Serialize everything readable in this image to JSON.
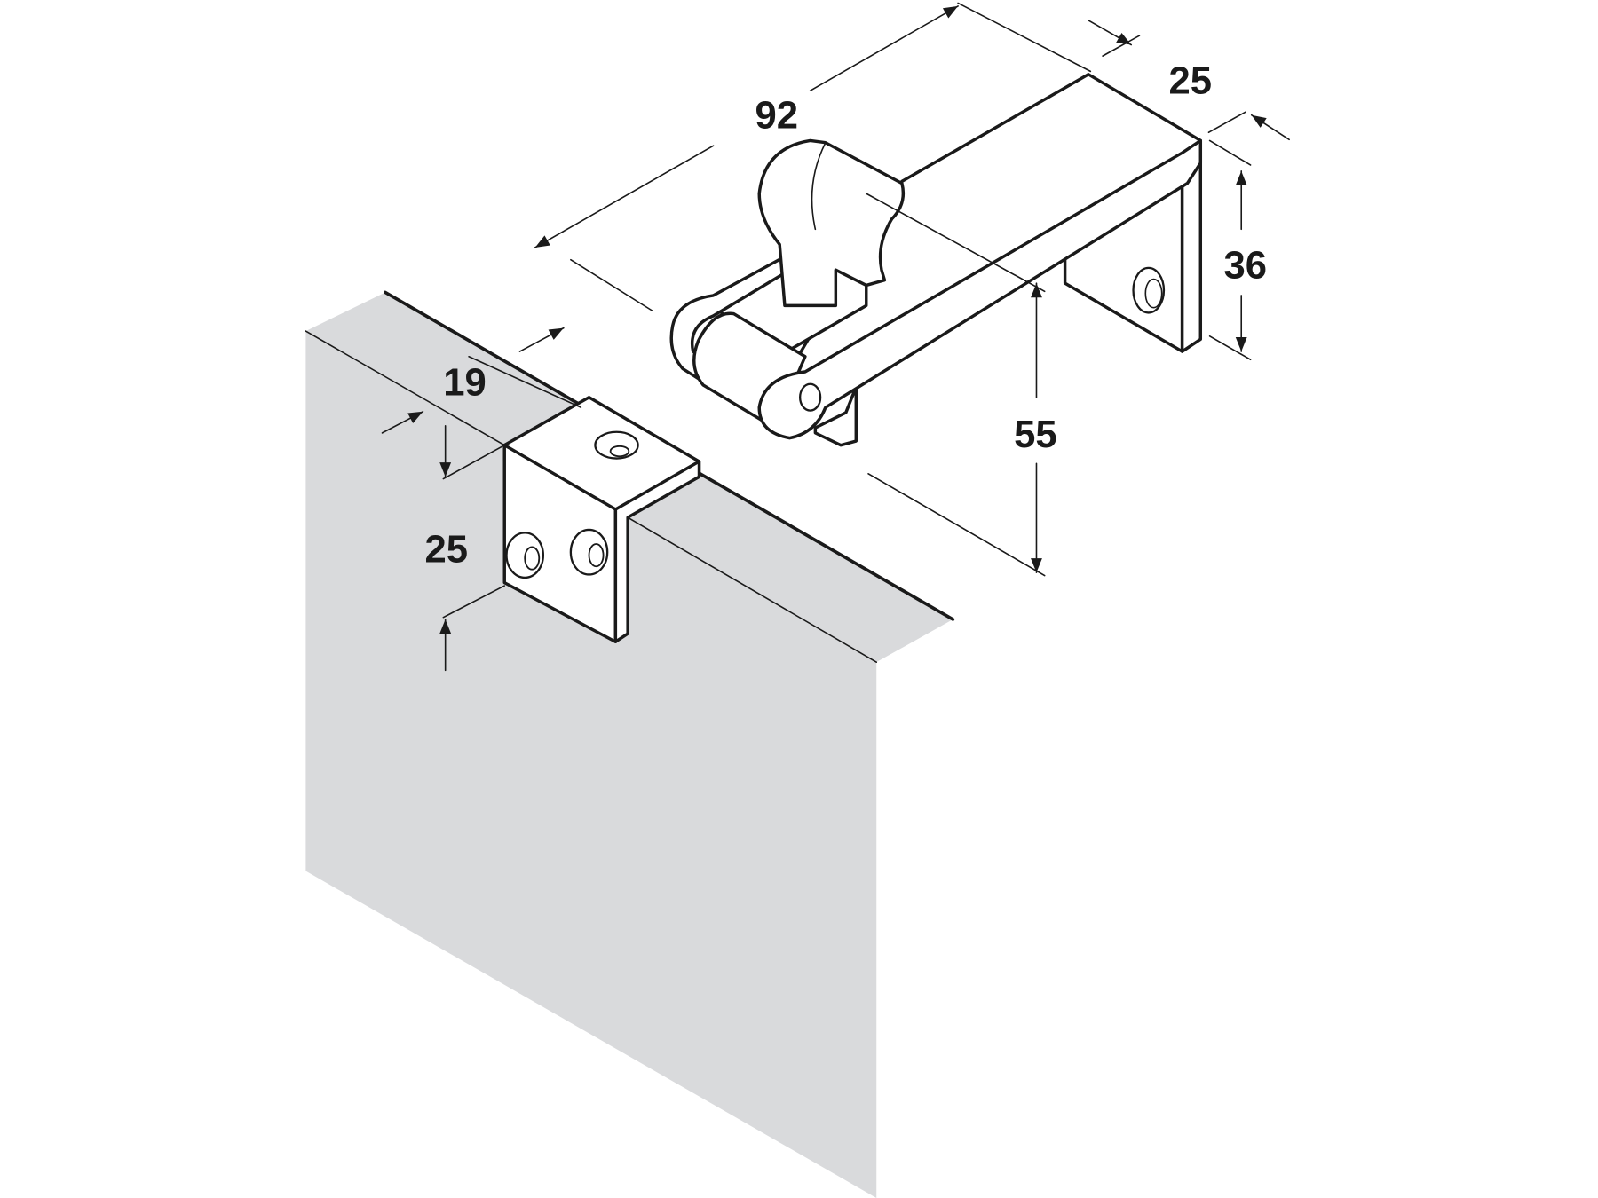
{
  "dimensions": {
    "arm_length": "92",
    "bracket_depth": "25",
    "bracket_height": "36",
    "drop_height": "55",
    "panel_offset": "19",
    "cleat_height": "25"
  },
  "colors": {
    "panel_fill": "#d9dadc",
    "line": "#1a1a1a",
    "background": "#ffffff"
  }
}
